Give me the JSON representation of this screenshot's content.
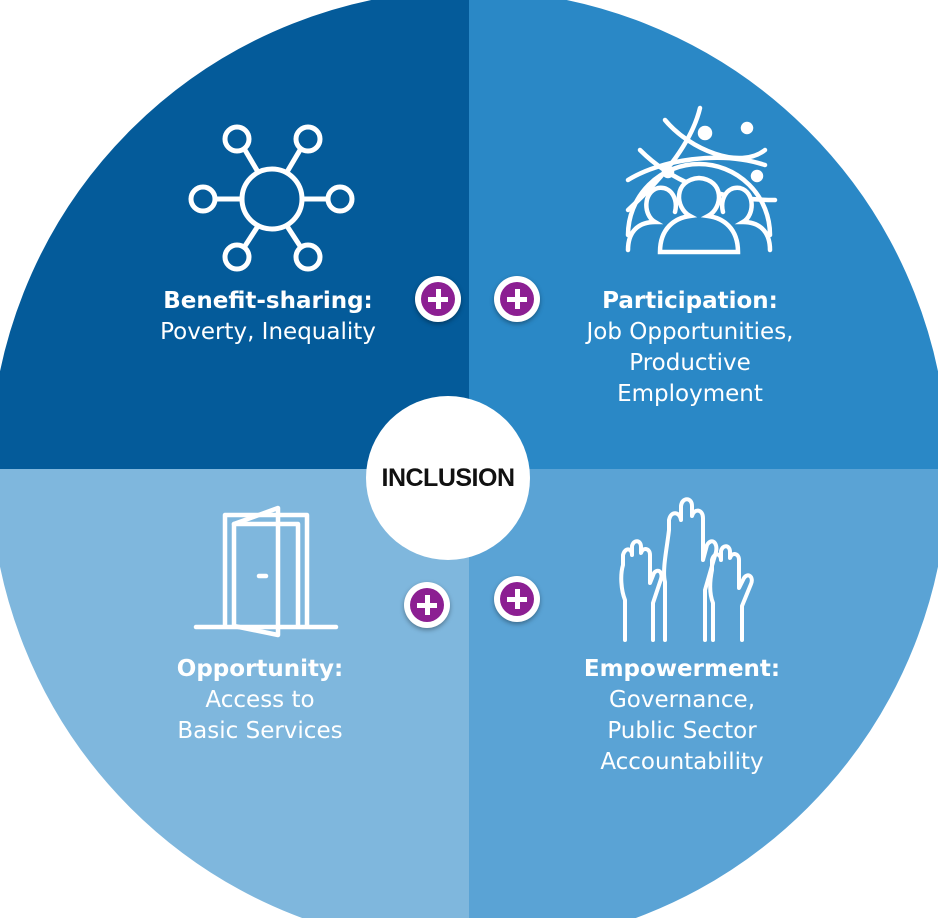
{
  "center": {
    "label": "INCLUSION"
  },
  "quadrants": [
    {
      "id": "top-left",
      "heading": "Benefit-sharing:",
      "lines": [
        "Poverty, Inequality"
      ],
      "color": "#045b9a",
      "icon": "network-nodes-icon"
    },
    {
      "id": "top-right",
      "heading": "Participation:",
      "lines": [
        "Job Opportunities,",
        "Productive",
        "Employment"
      ],
      "color": "#2a88c6",
      "icon": "globe-people-icon"
    },
    {
      "id": "bottom-left",
      "heading": "Opportunity:",
      "lines": [
        "Access to",
        "Basic Services"
      ],
      "color": "#7fb7dd",
      "icon": "open-door-icon"
    },
    {
      "id": "bottom-right",
      "heading": "Empowerment:",
      "lines": [
        "Governance,",
        "Public Sector",
        "Accountability"
      ],
      "color": "#5aa3d5",
      "icon": "raised-hands-icon"
    }
  ],
  "connectors": {
    "symbol": "+",
    "color": "#8c1f92",
    "icon": "plus-circle-icon"
  }
}
